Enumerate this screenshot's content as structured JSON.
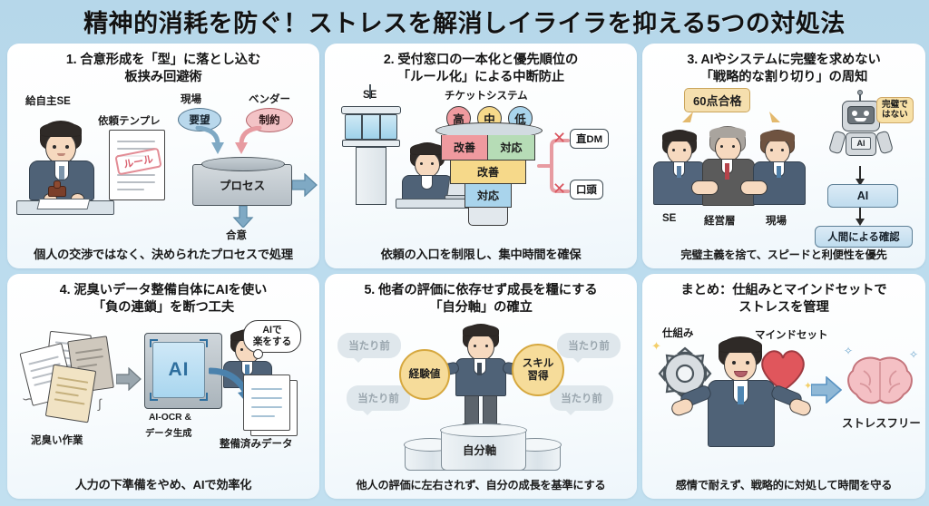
{
  "title": "精神的消耗を防ぐ！ストレスを解消しイライラを抑える5つの対処法",
  "background_color": "#b9d9ec",
  "panels": [
    {
      "id": "panel-1",
      "title_line1": "1. 合意形成を「型」に落とし込む",
      "title_line2": "板挟み回避術",
      "caption": "個人の交渉ではなく、決められたプロセスで処理",
      "labels": {
        "person": "給自主SE",
        "template": "依頼テンプレ",
        "stamp": "ルール",
        "genba": "現場",
        "vendor": "ベンダー",
        "request": "要望",
        "constraint": "制約",
        "process": "プロセス",
        "agreement": "合意"
      },
      "colors": {
        "request": "#b9d8ec",
        "constraint": "#f3c3c6"
      }
    },
    {
      "id": "panel-2",
      "title_line1": "2. 受付窓口の一本化と優先順位の",
      "title_line2": "「ルール化」による中断防止",
      "caption": "依頼の入口を制限し、集中時間を確保",
      "labels": {
        "se": "SE",
        "ticket_system": "チケットシステム",
        "priority_high": "高",
        "priority_mid": "中",
        "priority_low": "低",
        "funnel_row1_left": "改善",
        "funnel_row1_right": "対応",
        "funnel_row2": "改善",
        "funnel_row3": "対応",
        "blocked_dm": "直DM",
        "blocked_verbal": "口頭"
      },
      "colors": {
        "high": "#ef9a9f",
        "mid": "#f6d98a",
        "low": "#a9d4ec"
      }
    },
    {
      "id": "panel-3",
      "title_line1": "3. AIやシステムに完璧を求めない",
      "title_line2": "「戦略的な割り切り」の周知",
      "caption": "完璧主義を捨て、スピードと利便性を優先",
      "labels": {
        "banner": "60点合格",
        "callout_line1": "完璧で",
        "callout_line2": "はない",
        "robot_chip": "AI",
        "ai_box": "AI",
        "human_check": "人間による確認",
        "role_se": "SE",
        "role_exec": "経営層",
        "role_field": "現場"
      },
      "colors": {
        "banner": "#f5dfae",
        "callout": "#f7e0a6",
        "ai_box": "#cfe4f2"
      }
    },
    {
      "id": "panel-4",
      "title_line1": "4. 泥臭いデータ整備自体にAIを使い",
      "title_line2": "「負の連鎖」を断つ工夫",
      "caption": "人力の下準備をやめ、AIで効率化",
      "labels": {
        "messy_work": "泥臭い作業",
        "ai_ocr_line1": "AI-OCR &",
        "ai_ocr_line2": "データ生成",
        "clean_data": "整備済みデータ",
        "bubble_line1": "AIで",
        "bubble_line2": "楽をする",
        "ai_screen": "AI"
      },
      "colors": {
        "ai_screen": "#b9dcf0",
        "arrow": "#4b82ad"
      }
    },
    {
      "id": "panel-5",
      "title_line1": "5. 他者の評価に依存せず成長を糧にする",
      "title_line2": "「自分軸」の確立",
      "caption": "他人の評価に左右されず、自分の成長を基準にする",
      "labels": {
        "coin_left": "経験値",
        "coin_right_line1": "スキル",
        "coin_right_line2": "習得",
        "noise": "当たり前",
        "pedestal": "自分軸"
      },
      "noise_count": 4,
      "colors": {
        "coin": "#f6dc9a",
        "noise": "#dfe7ec"
      }
    },
    {
      "id": "panel-6",
      "title_line1": "まとめ：仕組みとマインドセットで",
      "title_line2": "ストレスを管理",
      "caption": "感情で耐えず、戦略的に対処して時間を守る",
      "labels": {
        "mechanism": "仕組み",
        "mindset": "マインドセット",
        "stress_free": "ストレスフリー"
      },
      "colors": {
        "heart": "#e0565c",
        "brain": "#f4c0c4",
        "arrow": "#5a93c2"
      }
    }
  ]
}
